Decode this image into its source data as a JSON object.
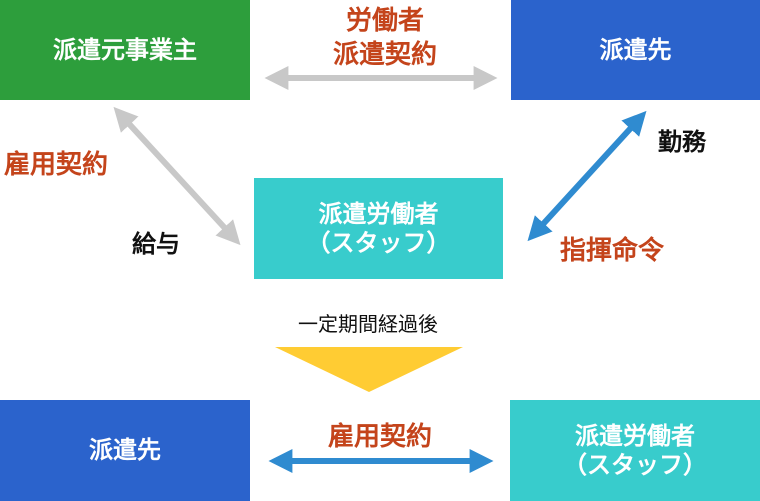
{
  "colors": {
    "green": "#2d9e3c",
    "blue": "#2b63cc",
    "teal": "#38cccc",
    "label_red": "#c4441b",
    "arrow_gray": "#c8c8c8",
    "arrow_blue": "#2f8bd0",
    "arrow_yellow": "#ffcc33"
  },
  "boxes": {
    "dispatch_origin": "派遣元事業主",
    "dispatch_dest_top": "派遣先",
    "worker_top": {
      "line1": "派遣労働者",
      "line2": "（スタッフ）"
    },
    "dispatch_dest_bottom": "派遣先",
    "worker_bottom": {
      "line1": "派遣労働者",
      "line2": "（スタッフ）"
    }
  },
  "labels": {
    "dispatch_contract": {
      "line1": "労働者",
      "line2": "派遣契約"
    },
    "employment_contract_left": "雇用契約",
    "salary": "給与",
    "work": "勤務",
    "command": "指揮命令",
    "after_period": "一定期間経過後",
    "employment_contract_bottom": "雇用契約"
  }
}
